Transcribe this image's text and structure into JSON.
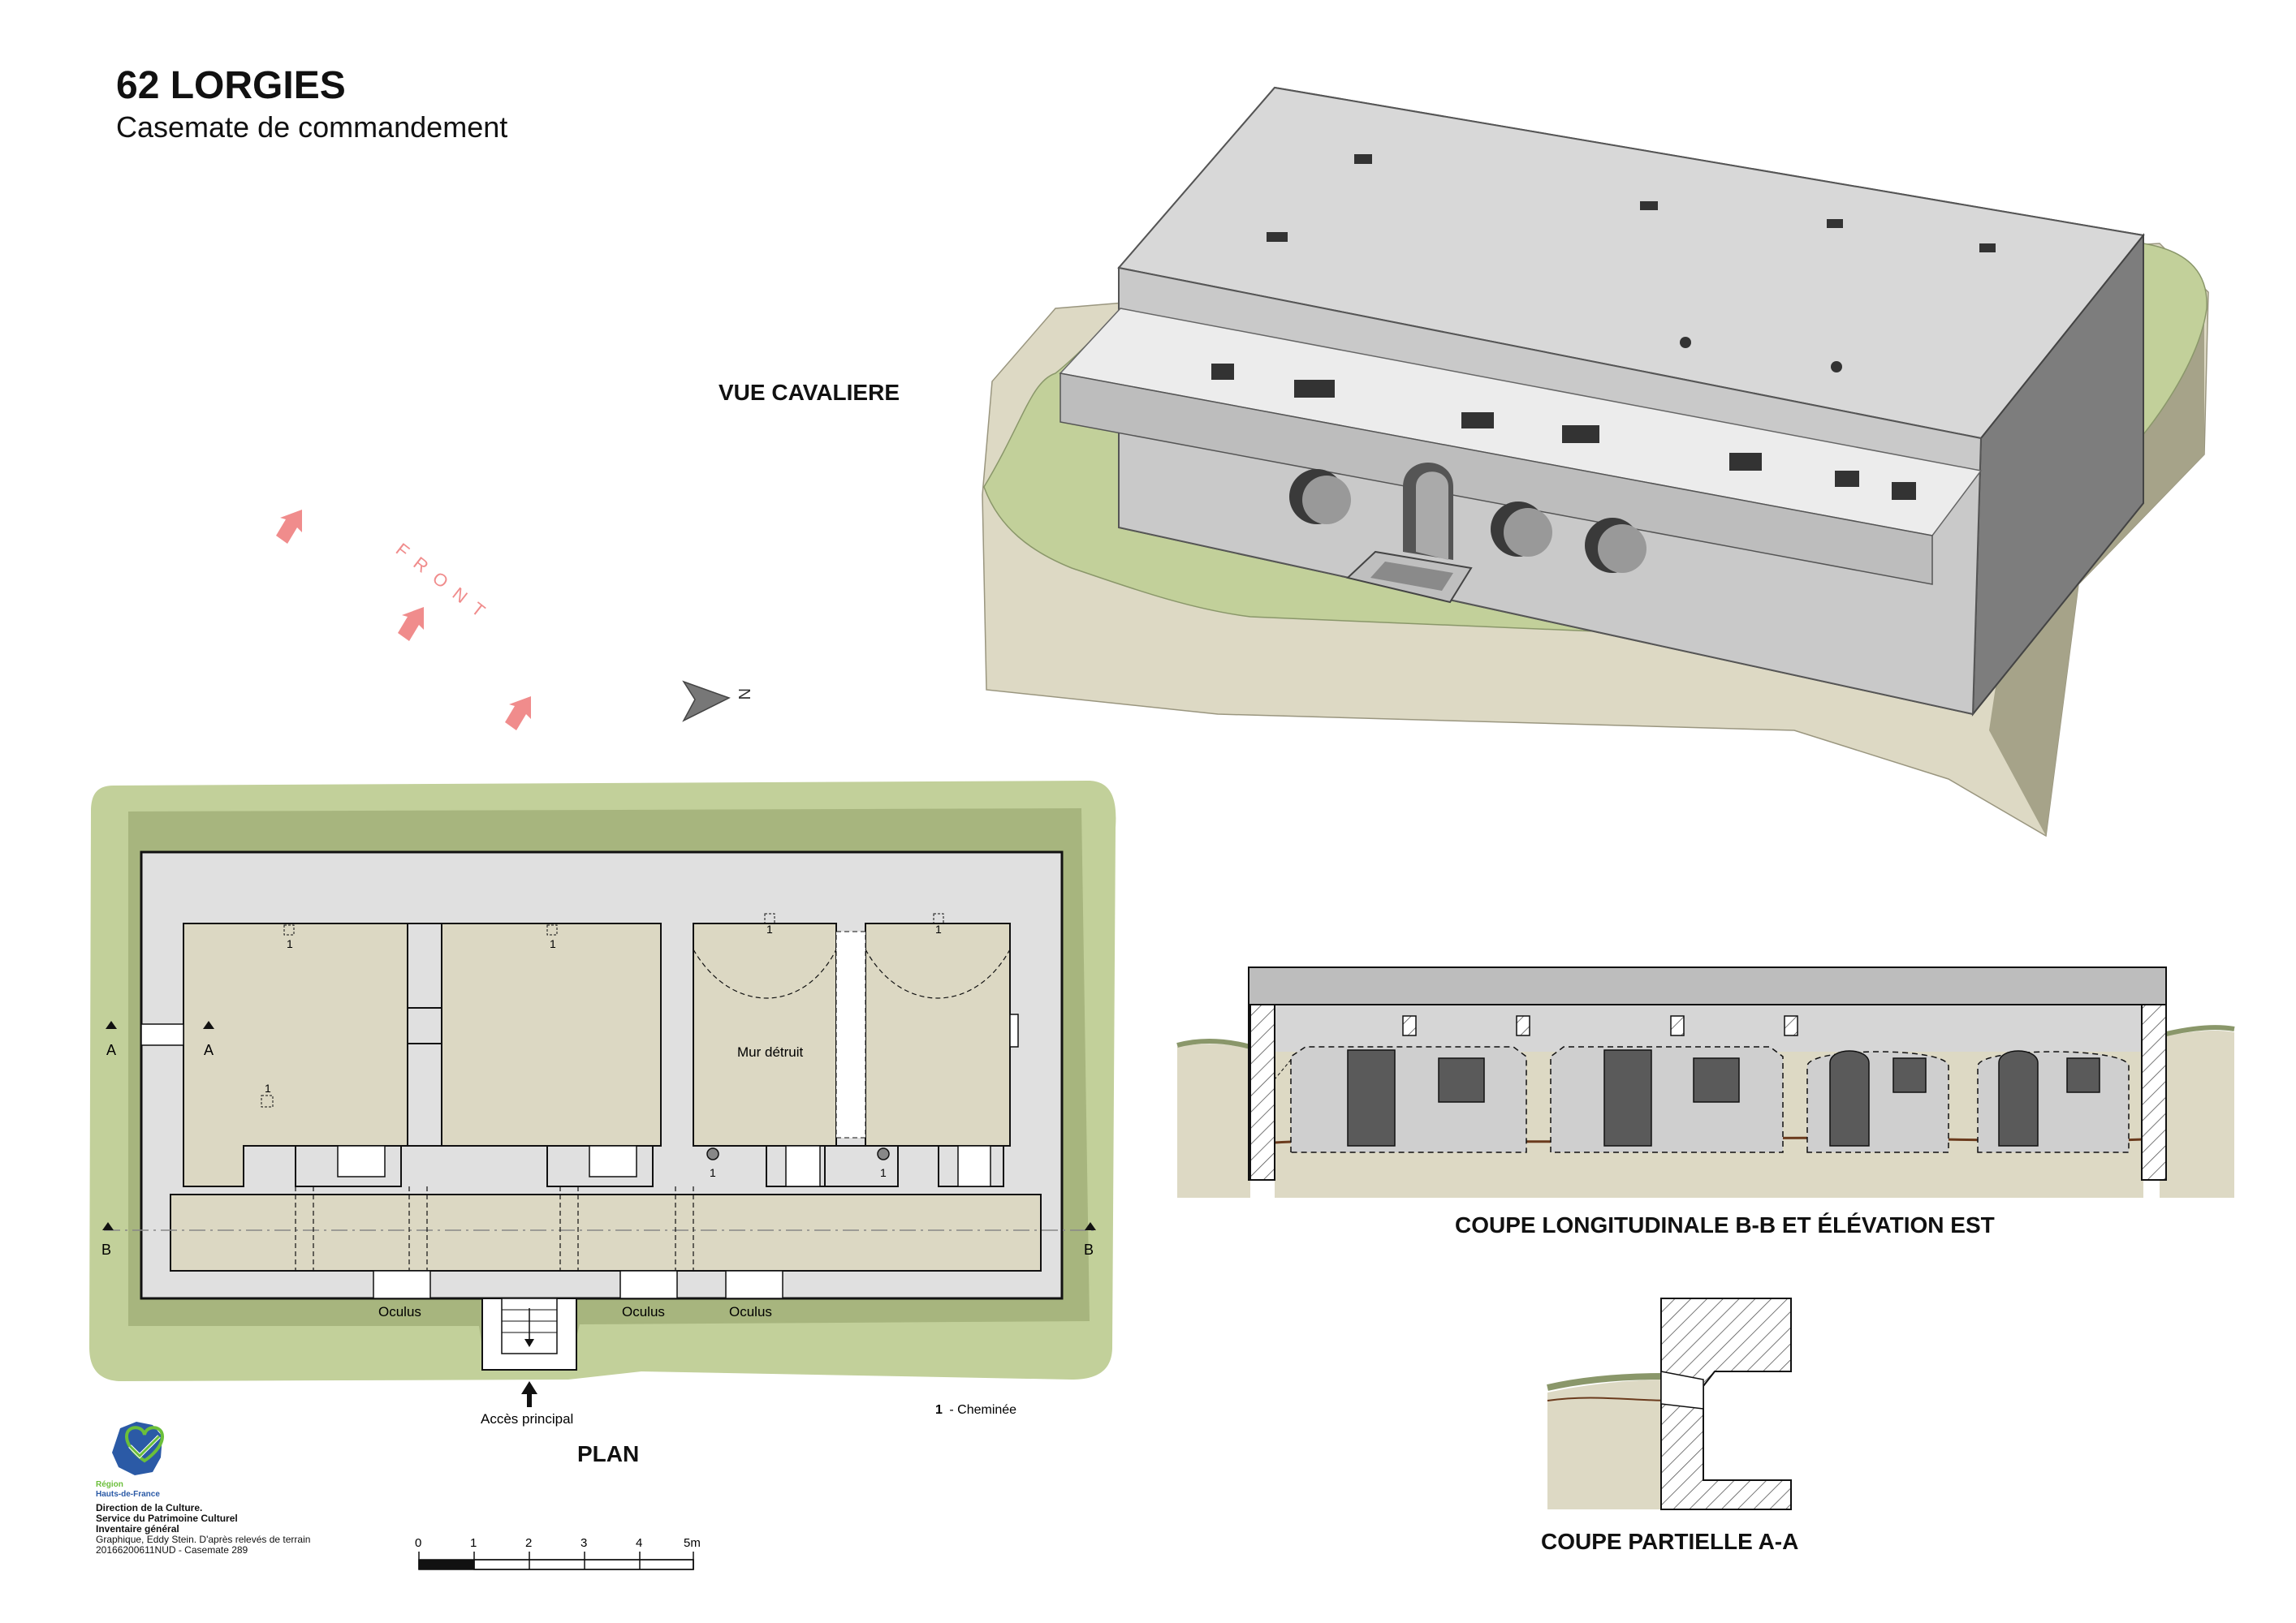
{
  "title": {
    "main": "62 LORGIES",
    "sub": "Casemate de commandement"
  },
  "views": {
    "cavaliere": "VUE CAVALIERE",
    "plan": "PLAN",
    "coupe_bb": "COUPE LONGITUDINALE B-B ET ÉLÉVATION EST",
    "coupe_aa": "COUPE PARTIELLE A-A"
  },
  "compass": {
    "front": "FRONT",
    "north": "N"
  },
  "plan_labels": {
    "section_a": "A",
    "section_b": "B",
    "chimney_num": "1",
    "mur_detruit": "Mur détruit",
    "oculus": "Oculus",
    "acces": "Accès principal"
  },
  "legend": {
    "num": "1",
    "text": "- Cheminée"
  },
  "scale": {
    "labels": [
      "0",
      "1",
      "2",
      "3",
      "4",
      "5m"
    ]
  },
  "credits": {
    "logo_region": "Région",
    "logo_name": "Hauts-de-France",
    "line1": "Direction de la Culture.",
    "line2": "Service du Patrimoine Culturel",
    "line3": "Inventaire général",
    "line4": "Graphique, Eddy Stein. D'après relevés de terrain",
    "line5": "20166200611NUD - Casemate 289"
  },
  "colors": {
    "grass": "#c2d09a",
    "grass_dark": "#a7b57e",
    "concrete": "#e0e0e0",
    "floor": "#dcd8c3",
    "earth": "#ddd9c4",
    "arrow": "#f08c8c",
    "outline": "#111111"
  }
}
